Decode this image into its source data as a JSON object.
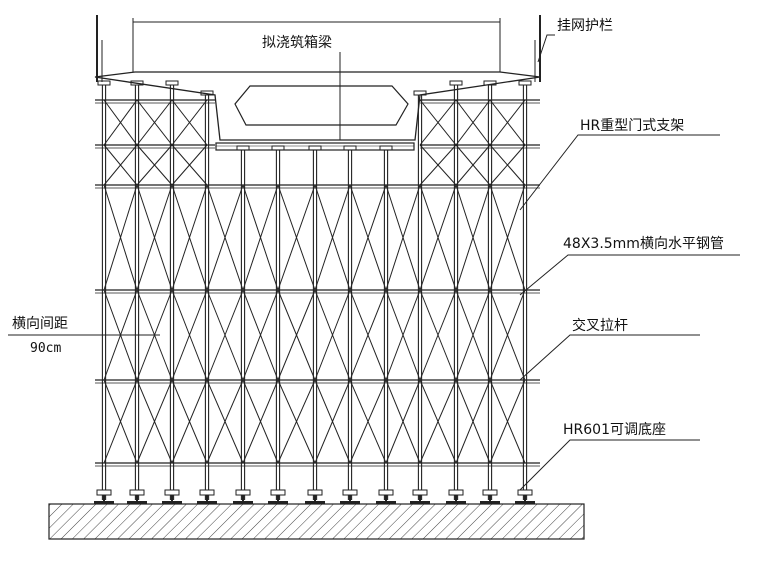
{
  "labels": {
    "beam": "拟浇筑箱梁",
    "guardrail": "挂网护栏",
    "frame": "HR重型门式支架",
    "steel_pipe": "48X3.5mm横向水平钢管",
    "cross_brace": "交叉拉杆",
    "spacing_title": "横向间距",
    "spacing_value": "90cm",
    "base": "HR601可调底座"
  }
}
